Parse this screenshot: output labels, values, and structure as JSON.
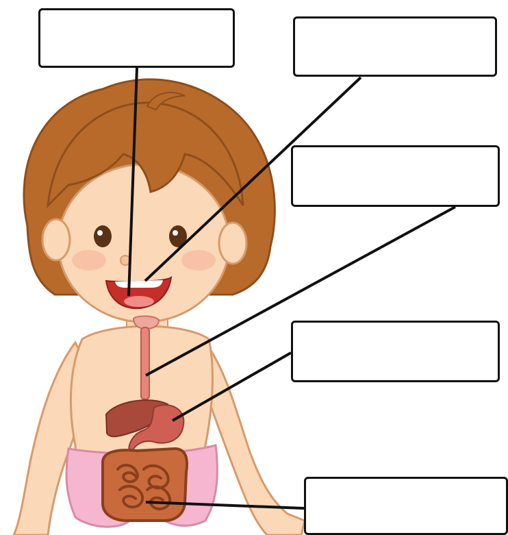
{
  "labels": [
    {
      "id": "label-box-1",
      "text": ""
    },
    {
      "id": "label-box-2",
      "text": ""
    },
    {
      "id": "label-box-3",
      "text": ""
    },
    {
      "id": "label-box-4",
      "text": ""
    },
    {
      "id": "label-box-5",
      "text": ""
    }
  ],
  "colors": {
    "hair": "#b86a2a",
    "hair_dark": "#8f4e1c",
    "skin": "#fbd8b8",
    "skin_outline": "#d89a6a",
    "cheek": "#f7b9a0",
    "shorts": "#f6b6cf",
    "esophagus": "#e8857a",
    "liver": "#a9493b",
    "stomach": "#cf5f55",
    "intestine": "#b5552f",
    "leader_line": "#111111"
  }
}
